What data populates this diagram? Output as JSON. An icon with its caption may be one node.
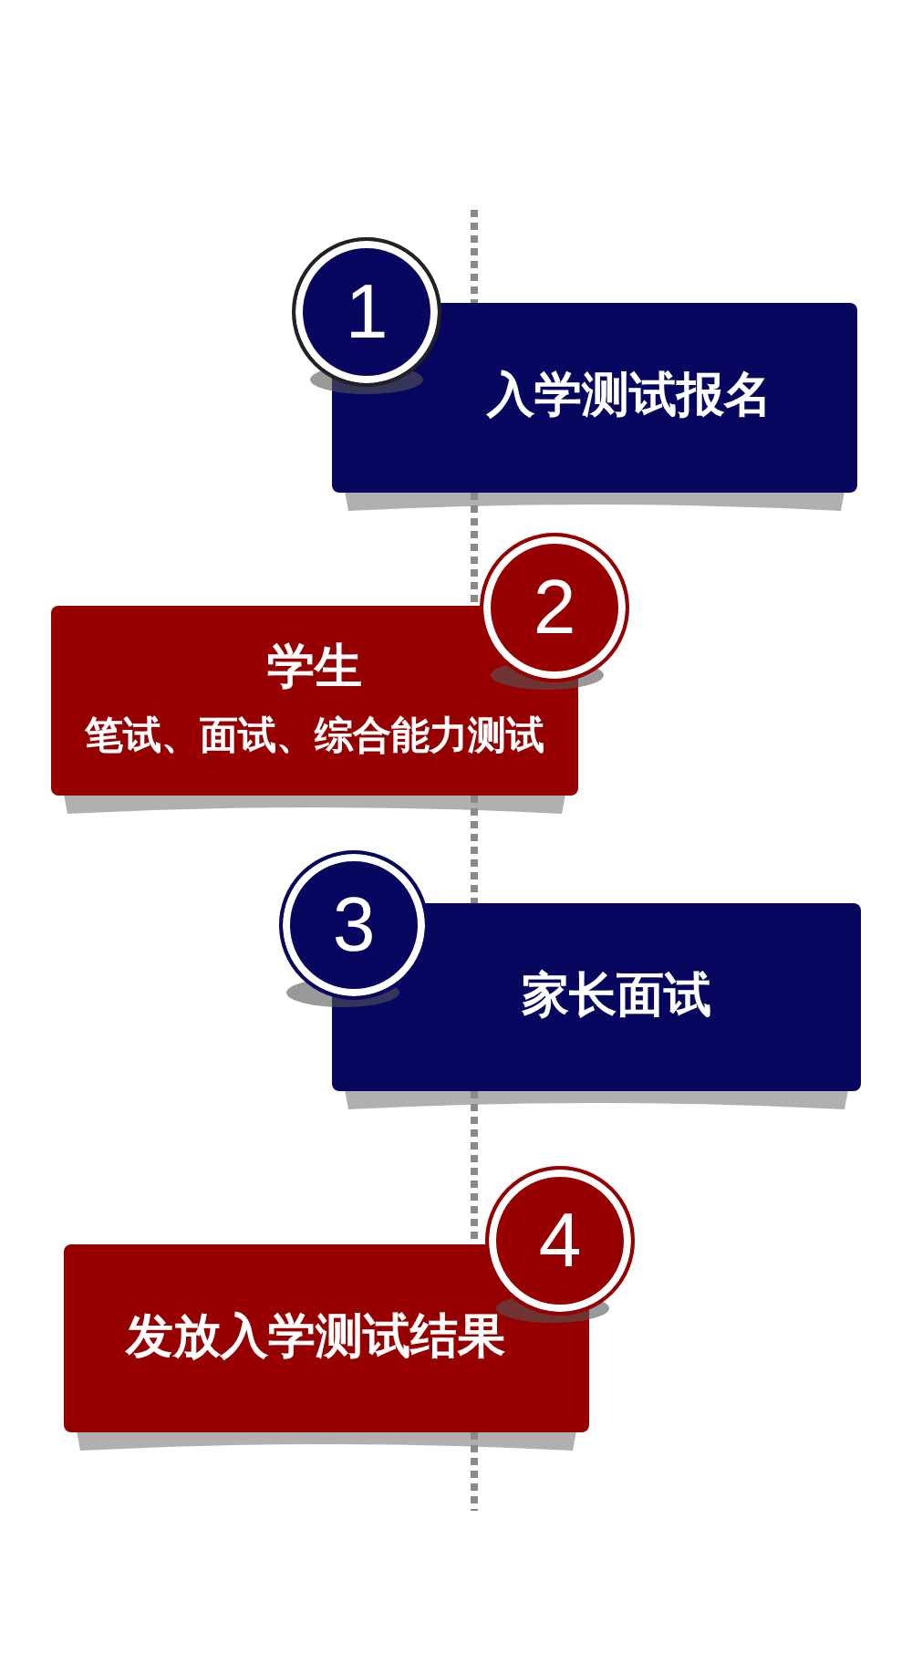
{
  "diagram": {
    "nodes": [
      {
        "text": [
          "1"
        ]
      },
      {
        "text": [
          "入学测试报名"
        ]
      },
      {
        "text": [
          "2"
        ]
      },
      {
        "text": [
          "学生",
          "笔试、面试、综合能力测试"
        ]
      },
      {
        "text": [
          "3"
        ]
      },
      {
        "text": [
          "家长面试"
        ]
      },
      {
        "text": [
          "4"
        ]
      },
      {
        "text": [
          "发放入学测试结果"
        ]
      }
    ],
    "edges": [
      {
        "from": null,
        "to": 1,
        "arrow": "none",
        "style": "dashed"
      },
      {
        "from": 1,
        "to": 3,
        "arrow": "none",
        "style": "dashed"
      },
      {
        "from": 3,
        "to": 5,
        "arrow": "none",
        "style": "dashed"
      },
      {
        "from": 5,
        "to": 7,
        "arrow": "none",
        "style": "dashed"
      },
      {
        "from": 7,
        "to": null,
        "arrow": "none",
        "style": "dashed"
      }
    ]
  }
}
